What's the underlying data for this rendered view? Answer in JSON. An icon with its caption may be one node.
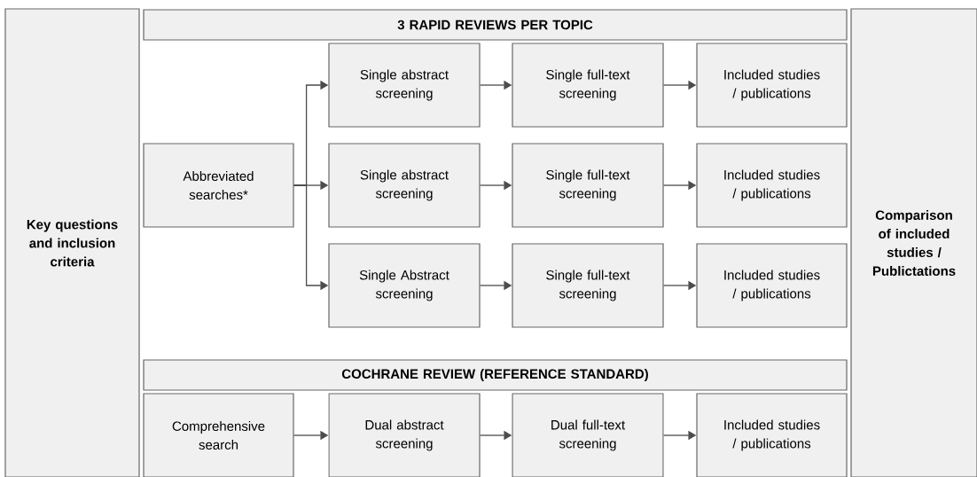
{
  "diagram": {
    "nodes": [
      {
        "text": [
          "Key questions and inclusion criteria"
        ]
      },
      {
        "text": [
          "3 RAPID REVIEWS PER TOPIC"
        ]
      },
      {
        "text": [
          "Abbreviated searches*"
        ]
      },
      {
        "text": [
          "Single abstract screening"
        ]
      },
      {
        "text": [
          "Single full-text screening"
        ]
      },
      {
        "text": [
          "Included studies / publications"
        ]
      },
      {
        "text": [
          "Single abstract screening"
        ]
      },
      {
        "text": [
          "Single full-text screening"
        ]
      },
      {
        "text": [
          "Included studies / publications"
        ]
      },
      {
        "text": [
          "Single Abstract screening"
        ]
      },
      {
        "text": [
          "Single full-text screening"
        ]
      },
      {
        "text": [
          "Included studies / publications"
        ]
      },
      {
        "text": [
          "COCHRANE REVIEW (REFERENCE STANDARD)"
        ]
      },
      {
        "text": [
          "Comprehensive search"
        ]
      },
      {
        "text": [
          "Dual abstract screening"
        ]
      },
      {
        "text": [
          "Dual full-text screening"
        ]
      },
      {
        "text": [
          "Included studies / publications"
        ]
      },
      {
        "text": [
          "Comparison of included studies / Publictations"
        ]
      }
    ],
    "edges": [
      {
        "from": 2,
        "to": 3,
        "arrow": "to"
      },
      {
        "from": 2,
        "to": 6,
        "arrow": "to"
      },
      {
        "from": 2,
        "to": 9,
        "arrow": "to"
      },
      {
        "from": 3,
        "to": 4,
        "arrow": "to"
      },
      {
        "from": 4,
        "to": 5,
        "arrow": "to"
      },
      {
        "from": 6,
        "to": 7,
        "arrow": "to"
      },
      {
        "from": 7,
        "to": 8,
        "arrow": "to"
      },
      {
        "from": 9,
        "to": 10,
        "arrow": "to"
      },
      {
        "from": 10,
        "to": 11,
        "arrow": "to"
      },
      {
        "from": 13,
        "to": 14,
        "arrow": "to"
      },
      {
        "from": 14,
        "to": 15,
        "arrow": "to"
      },
      {
        "from": 15,
        "to": 16,
        "arrow": "to"
      }
    ]
  }
}
